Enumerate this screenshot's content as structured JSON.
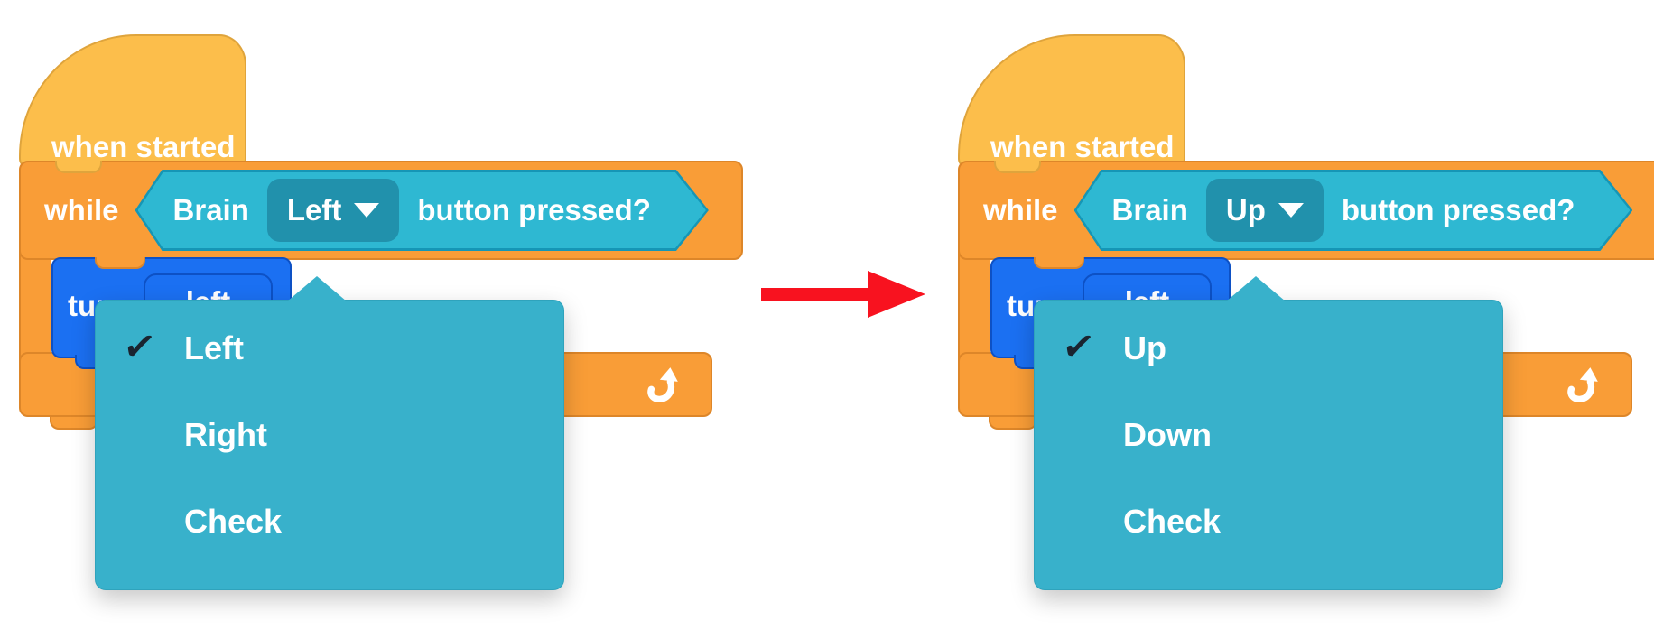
{
  "app": "block-code-editor",
  "colors": {
    "bg": "#ffffff",
    "hat": "#fcbe4b",
    "hatBorder": "#dfa43c",
    "orange": "#f99d37",
    "orangeBorder": "#dd8629",
    "teal": "#2eb8d2",
    "tealDark": "#1596b6",
    "field": "#2191ac",
    "popup": "#38b1cb",
    "popupBorder": "#2fa3bc",
    "blue": "#1b70f2",
    "blueBorder": "#0d51c5",
    "red": "#f8121f",
    "check": "#1a2430",
    "text": "#ffffff"
  },
  "transition_arrow": {
    "direction": "right",
    "color": "#f8121f"
  },
  "panels": [
    {
      "id": "before",
      "hat_label": "when started",
      "while_label": "while",
      "condition": {
        "device": "Brain",
        "selected": "Left",
        "suffix": "button pressed?"
      },
      "turn_block": {
        "label": "turn",
        "field_value": "left"
      },
      "dropdown_menu": {
        "check_glyph": "✓",
        "checked_index": 0,
        "items": [
          "Left",
          "Right",
          "Check"
        ]
      }
    },
    {
      "id": "after",
      "hat_label": "when started",
      "while_label": "while",
      "condition": {
        "device": "Brain",
        "selected": "Up",
        "suffix": "button pressed?"
      },
      "turn_block": {
        "label": "turn",
        "field_value": "left"
      },
      "dropdown_menu": {
        "check_glyph": "✓",
        "checked_index": 0,
        "items": [
          "Up",
          "Down",
          "Check"
        ]
      }
    }
  ]
}
